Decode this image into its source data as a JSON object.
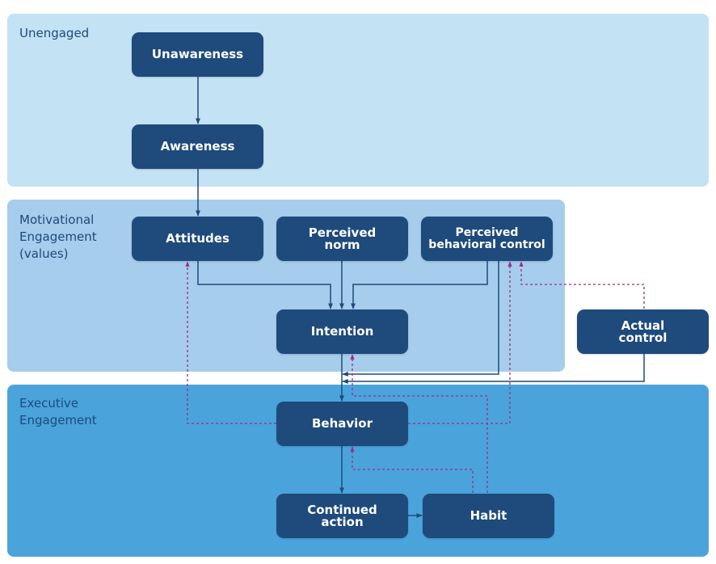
{
  "bands": {
    "unengaged": "Unengaged",
    "motivational": "Motivational\nEngagement\n(values)",
    "executive": "Executive\nEngagement"
  },
  "nodes": {
    "unawareness": "Unawareness",
    "awareness": "Awareness",
    "attitudes": "Attitudes",
    "perceived_norm": "Perceived\nnorm",
    "perceived_behavioral_control": "Perceived\nbehavioral control",
    "intention": "Intention",
    "actual_control": "Actual\ncontrol",
    "behavior": "Behavior",
    "continued_action": "Continued\naction",
    "habit": "Habit"
  },
  "colors": {
    "unengaged_band": "#c3e2f4",
    "motivational_band": "#a6cdec",
    "executive_band": "#4aa4db",
    "node_fill": "#1e4a7c",
    "solid_arrow": "#1e4a7c",
    "dashed_arrow": "#a0288c"
  }
}
